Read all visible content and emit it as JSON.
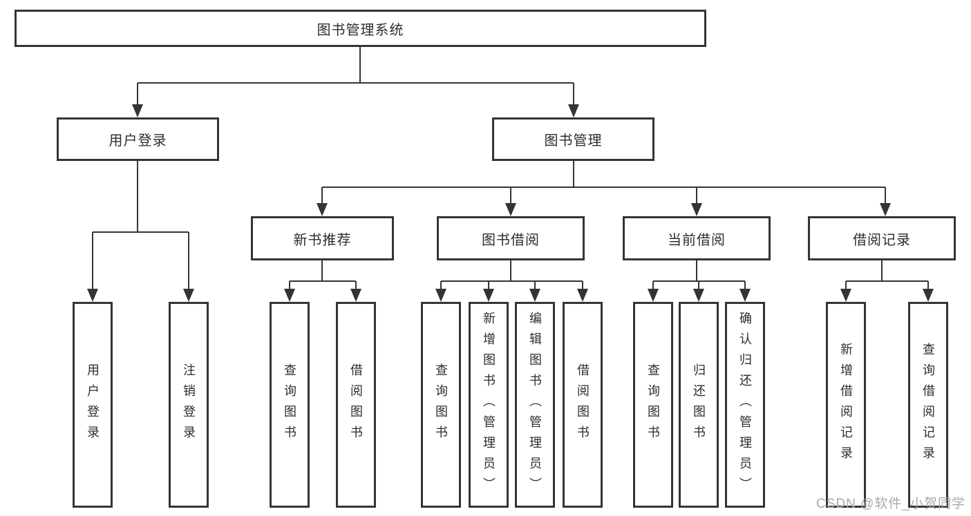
{
  "diagram": {
    "root": "图书管理系统",
    "groups": [
      {
        "parent": "用户登录",
        "leaves": [
          "用户登录",
          "注销登录"
        ]
      },
      {
        "parent": "图书管理",
        "sections": [
          {
            "parent": "新书推荐",
            "leaves": [
              "查询图书",
              "借阅图书"
            ]
          },
          {
            "parent": "图书借阅",
            "leaves": [
              "查询图书",
              "新增图书（管理员）",
              "编辑图书（管理员）",
              "借阅图书"
            ]
          },
          {
            "parent": "当前借阅",
            "leaves": [
              "查询图书",
              "归还图书",
              "确认归还（管理员）"
            ]
          },
          {
            "parent": "借阅记录",
            "leaves": [
              "新增借阅记录",
              "查询借阅记录"
            ]
          }
        ]
      }
    ]
  },
  "watermark": "CSDN @软件_小贺同学",
  "colors": {
    "line": "#343434",
    "text": "#2d2d2d",
    "watermark": "#a9a9a9",
    "background": "#ffffff"
  }
}
